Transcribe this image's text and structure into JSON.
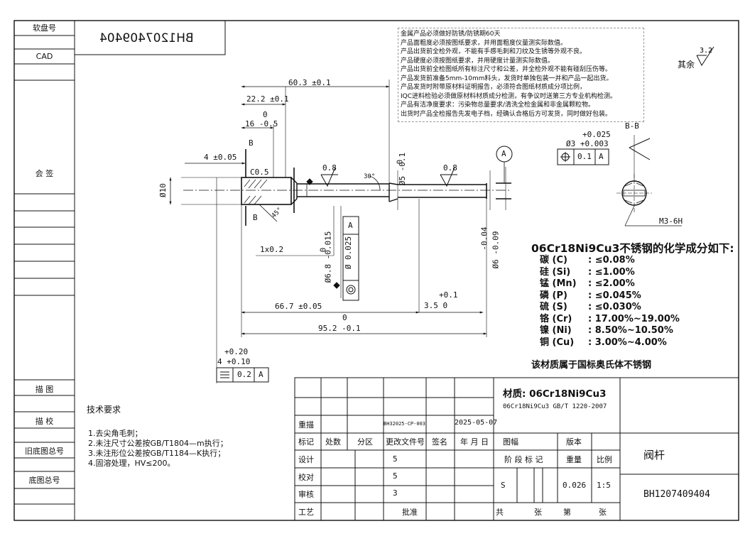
{
  "left_column": {
    "soft_disk_no": "软盘号",
    "cad": "CAD",
    "countersign": "会 签",
    "draw": "描 图",
    "trace_check": "描 校",
    "old_base_no": "旧底图总号",
    "base_no": "底图总号"
  },
  "stamp": {
    "text": "BH1207409404"
  },
  "surface_finish": {
    "label": "其余",
    "value": "3.2"
  },
  "notes": {
    "lines": [
      "金属产品必须做好防锈/防锈期60天",
      "产品面粗度必须按图纸要求，并用面粗度仪量测实际数值。",
      "产品出货前全检外观，不能有手感毛刺和刀纹及生锈等外观不良。",
      "产品硬度必须按图纸要求，并用硬度计量测实际数值。",
      "产品出货前全检图纸所有标注尺寸和公差，并全检外观不能有碰刮压伤等。",
      "产品发货前准备5mm-10mm料头，发货时单独包装一并和产品一起出货。",
      "产品发货时附带原材料证明报告，必须符合图纸材质成分项比例，",
      "IQC进料检验必须做原材料材质成分检测，有争议时送第三方专业机构检测。",
      "产品有洁净度要求：污染物总量要求/清洗全检金属和非金属颗粒物。",
      "出货时产品全检报告先发电子档，经确认合格后方可发货，同时做好包装。"
    ]
  },
  "chemistry": {
    "title": "06Cr18Ni9Cu3不锈钢的化学成分如下:",
    "rows": [
      {
        "el": "碳 (C)",
        "val": ": ≤0.08%"
      },
      {
        "el": "硅 (Si)",
        "val": ": ≤1.00%"
      },
      {
        "el": "锰 (Mn)",
        "val": ": ≤2.00%"
      },
      {
        "el": "磷 (P)",
        "val": ": ≤0.045%"
      },
      {
        "el": "硫 (S)",
        "val": ": ≤0.030%"
      },
      {
        "el": "铬 (Cr)",
        "val": ": 17.00%~19.00%"
      },
      {
        "el": "镍 (Ni)",
        "val": ": 8.50%~10.50%"
      },
      {
        "el": "铜 (Cu)",
        "val": ": 3.00%~4.00%"
      }
    ],
    "footer": "该材质属于国标奥氏体不锈钢"
  },
  "dims": {
    "d60": "60.3 ±0.1",
    "d22": "22.2 ±0.1",
    "d16a": "0",
    "d16b": "16 -0.5",
    "d4": "4 ±0.05",
    "c05": "C0.5",
    "phi10": "Ø10",
    "rough1": "0.8",
    "rough2": "0.8",
    "ang30": "30°",
    "ang45": "45°",
    "phi5a": "0",
    "phi5b": "Ø5 -0.1",
    "secB": "B",
    "one02": "1x0.2",
    "phi68a": "0",
    "phi68b": "Ø6.8 -0.015",
    "phi6a": "-0.04",
    "phi6b": "Ø6 -0.09",
    "tol1a": "Ø 0.025",
    "tol1b": "A",
    "d667": "66.7 ±0.05",
    "d35a": "+0.1",
    "d35b": "3.5  0",
    "d952a": "0",
    "d952b": "95.2 -0.1",
    "d4b1": "+0.20",
    "d4b2": "4 +0.10",
    "flat_tol": "0.2",
    "flat_ref": "A",
    "datumA": "A",
    "bb": "B-B",
    "hole1": "+0.025",
    "hole2": "Ø3 +0.003",
    "pos_tol": "0.1",
    "pos_ref": "A",
    "m3": "M3-6H",
    "secB2": "B"
  },
  "tech_req": {
    "title": "技术要求",
    "items": [
      "1.去尖角毛刺；",
      "2.未注尺寸公差按GB/T1804—m执行；",
      "3.未注形位公差按GB/T1184—K执行；",
      "4.固溶处理，HV≤200。"
    ]
  },
  "title_block": {
    "material_label": "材质: 06Cr18Ni9Cu3",
    "material_std": "06Cr18Ni9Cu3  GB/T 1220-2007",
    "redraw": "重描",
    "doc_no": "BH32025-CP-003",
    "date": "2025-05-07",
    "mark": "标记",
    "count": "处数",
    "zone": "分区",
    "change_doc": "更改文件号",
    "sign": "签名",
    "ymd": "年 月 日",
    "sheet_size": "图幅",
    "version": "版本",
    "design": "设计",
    "check": "校对",
    "review": "审核",
    "process": "工艺",
    "stage": "阶 段 标 记",
    "weight_lbl": "重量",
    "scale_lbl": "比例",
    "s": "S",
    "weight": "0.026",
    "scale": "1:5",
    "approve": "批准",
    "total": "共",
    "sheets": "张",
    "no": "第",
    "sheets2": "张",
    "part_name": "阀杆",
    "part_no": "BH1207409404",
    "v5a": "5",
    "v5b": "5",
    "v3": "3"
  }
}
